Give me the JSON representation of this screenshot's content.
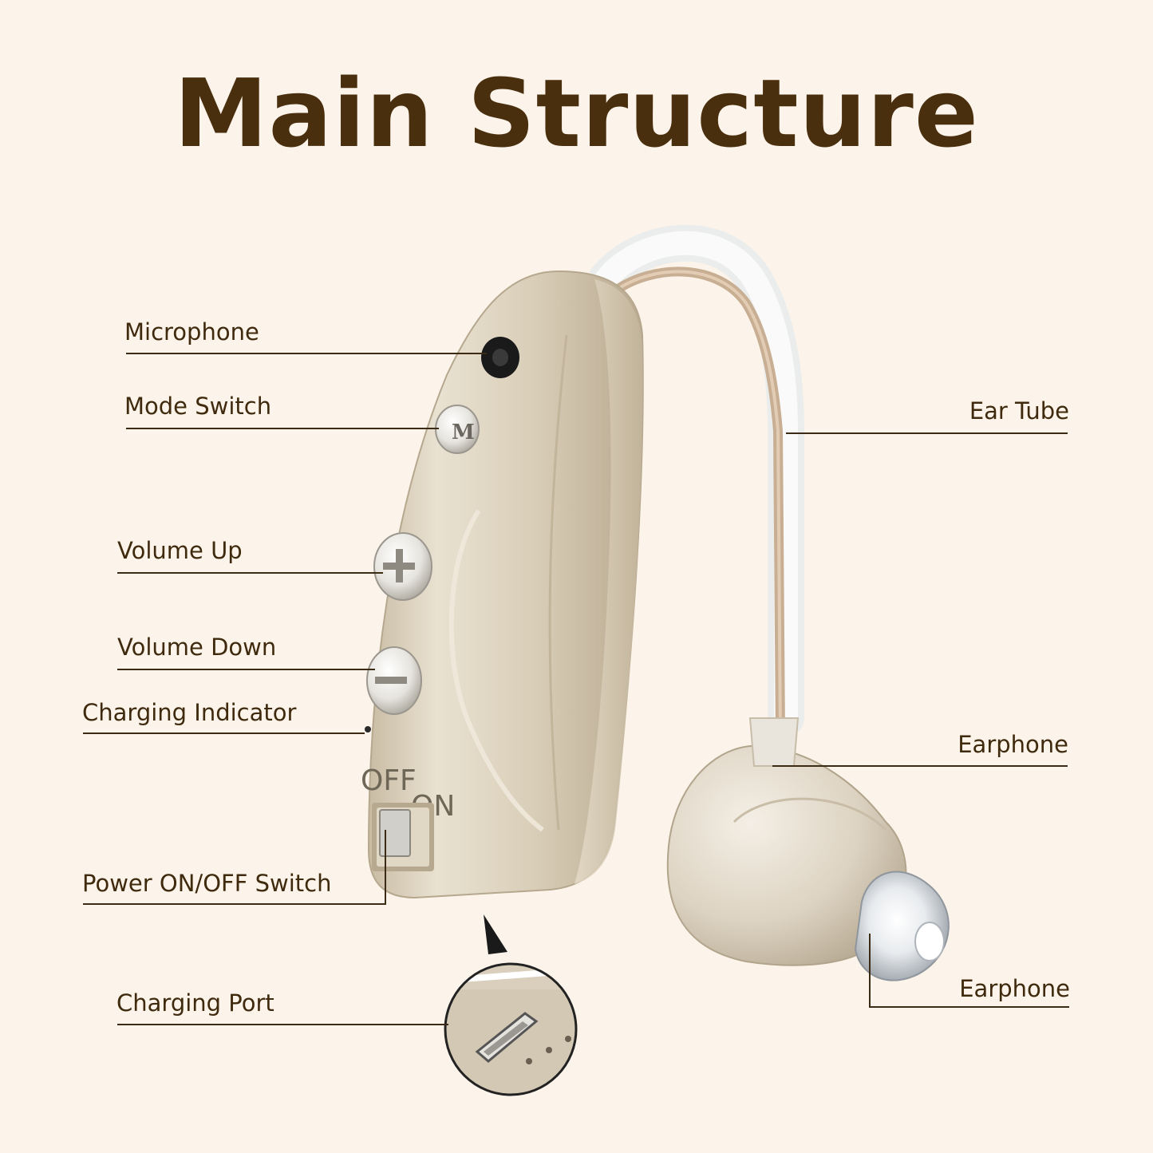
{
  "title": "Main Structure",
  "colors": {
    "background": "#fcf4ea",
    "title": "#4a2f0f",
    "label_text": "#3f2a0e",
    "leader_line": "#3b2a14",
    "device_body": "#d8ccb6",
    "device_shadow": "#b9ab92",
    "tube_clear": "#eef0f0",
    "tube_inner": "#c6ae94",
    "button_silver": "#eceae4"
  },
  "icons": {
    "microphone": "microphone-hole-icon",
    "mode": "mode-switch-m-icon",
    "volume_up": "plus-icon",
    "volume_down": "minus-icon",
    "charging_port": "usb-port-icon"
  },
  "device_markings": {
    "off": "OFF",
    "on": "ON",
    "mode_letter": "M"
  },
  "labels": {
    "microphone": "Microphone",
    "mode_switch": "Mode Switch",
    "volume_up": "Volume Up",
    "volume_down": "Volume Down",
    "charging_indicator": "Charging Indicator",
    "power_switch": "Power ON/OFF Switch",
    "charging_port": "Charging Port",
    "ear_tube": "Ear Tube",
    "earphone_top": "Earphone",
    "earphone_bottom": "Earphone"
  }
}
